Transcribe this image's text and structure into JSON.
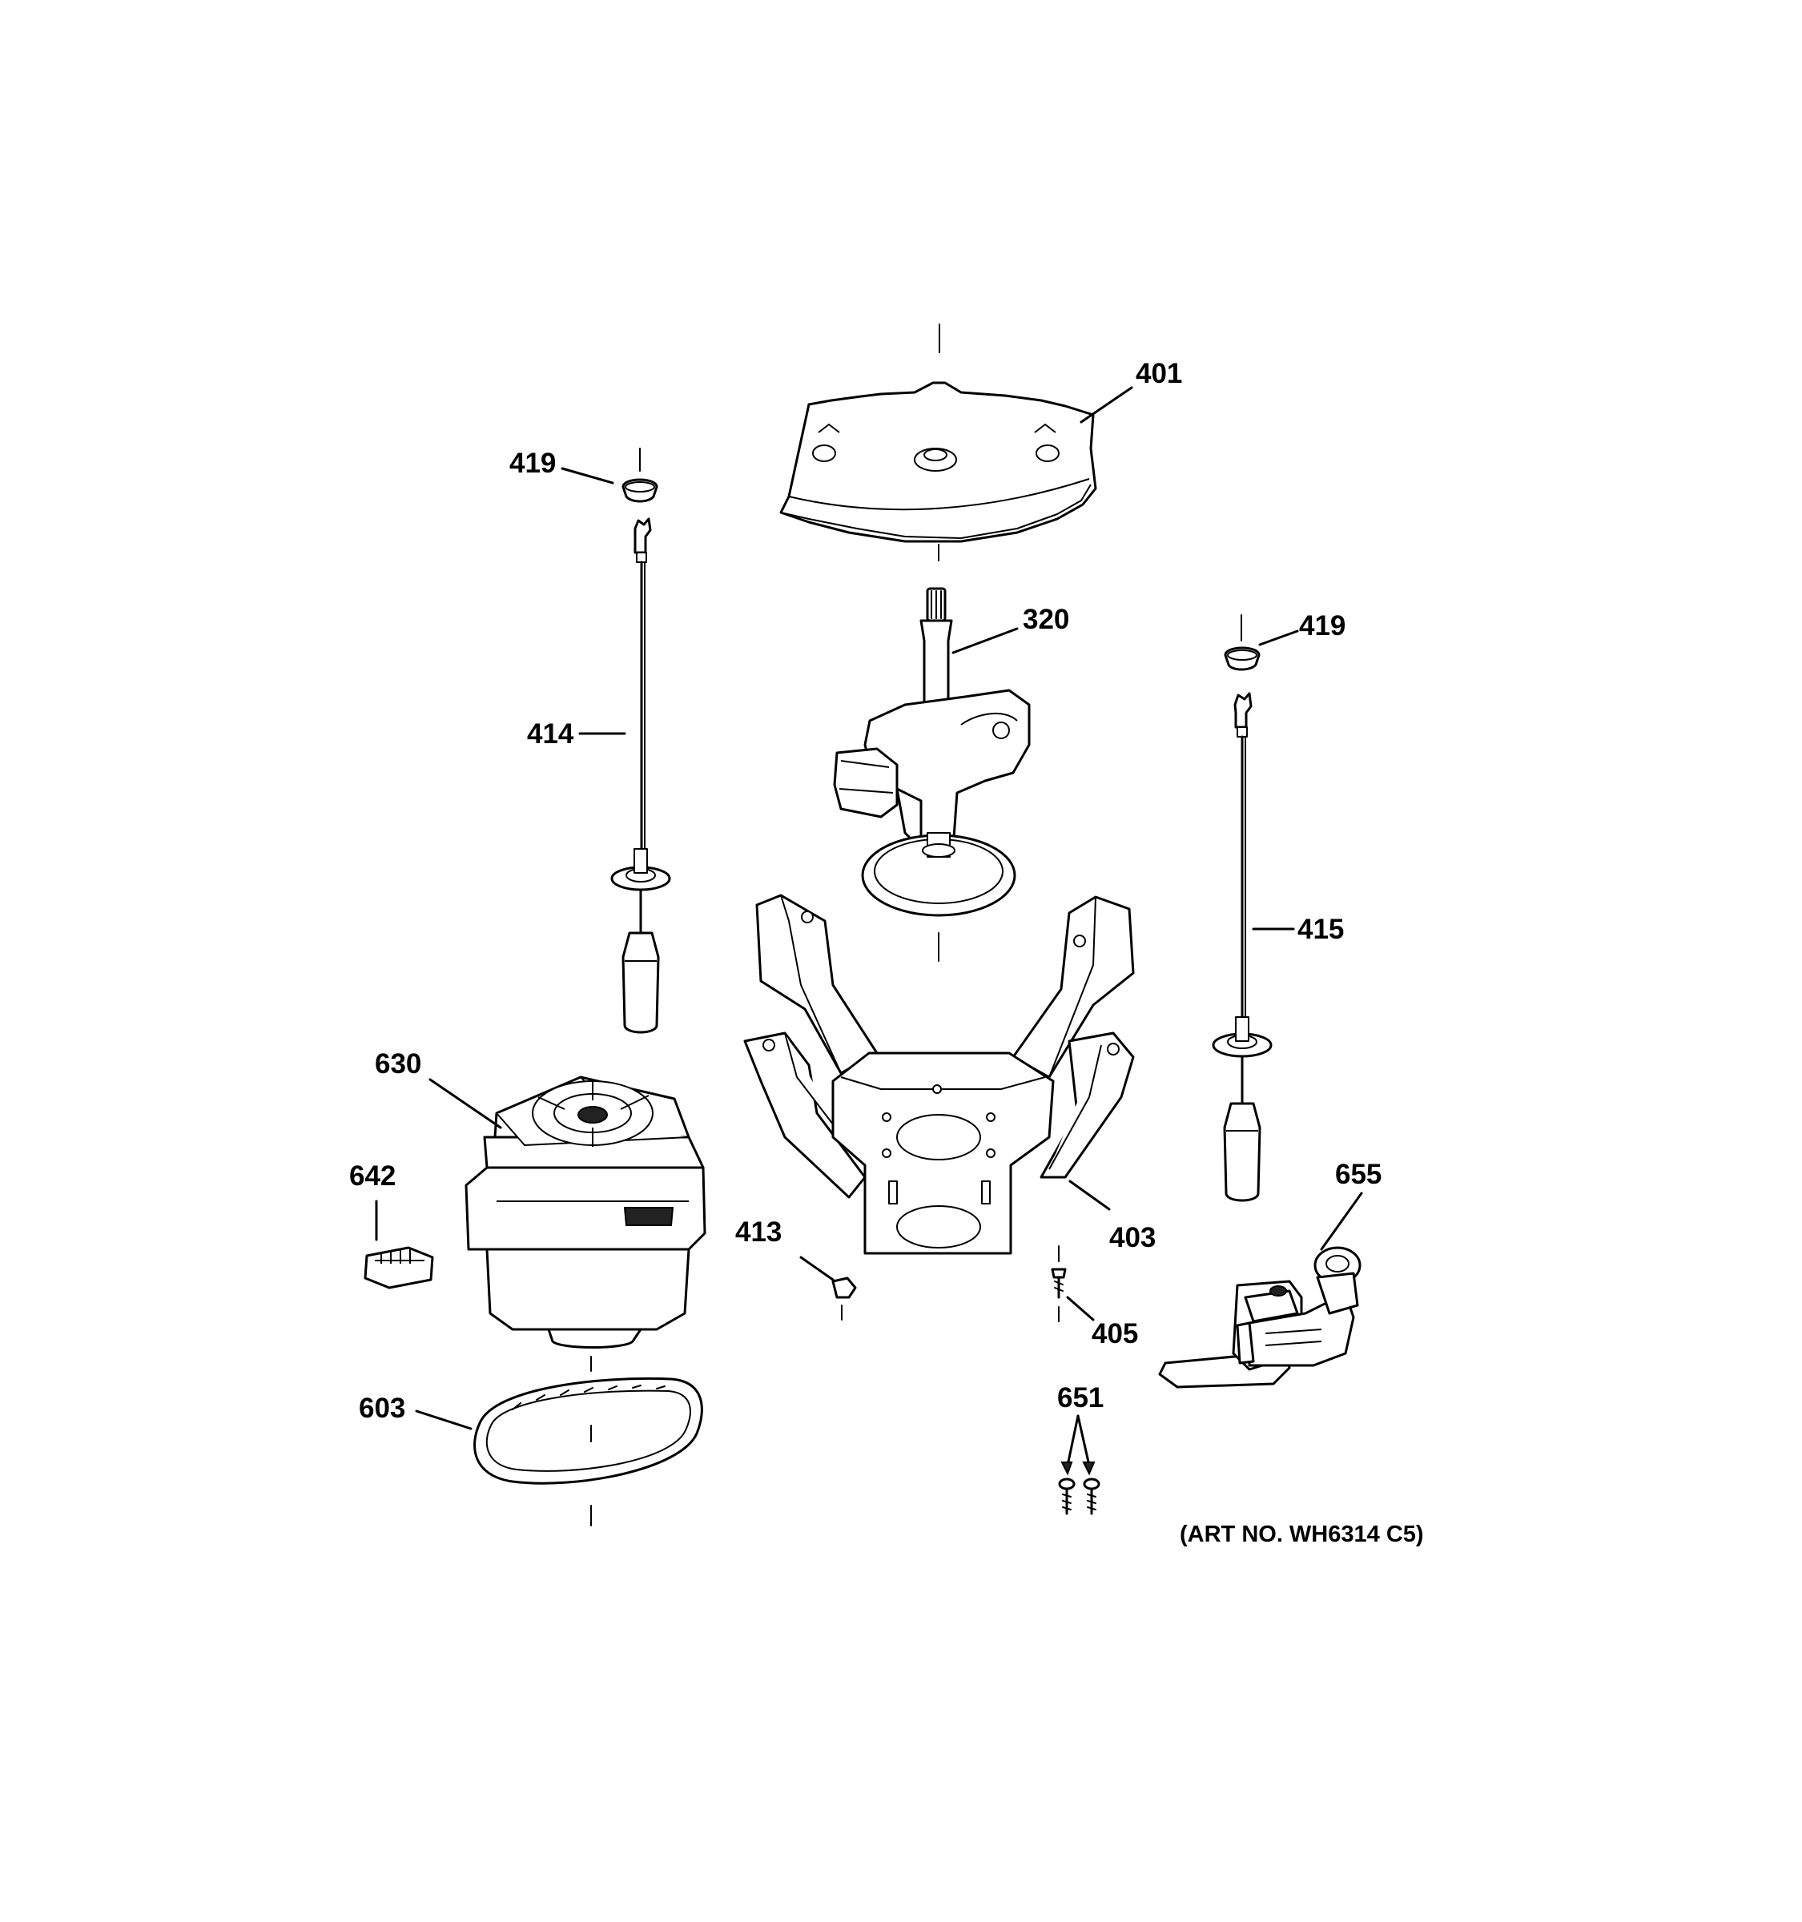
{
  "callouts": {
    "c401": "401",
    "c419a": "419",
    "c419b": "419",
    "c320": "320",
    "c414": "414",
    "c415": "415",
    "c630": "630",
    "c642": "642",
    "c413": "413",
    "c403": "403",
    "c655": "655",
    "c405": "405",
    "c651": "651",
    "c603": "603"
  },
  "art_number": "(ART NO. WH6314 C5)"
}
